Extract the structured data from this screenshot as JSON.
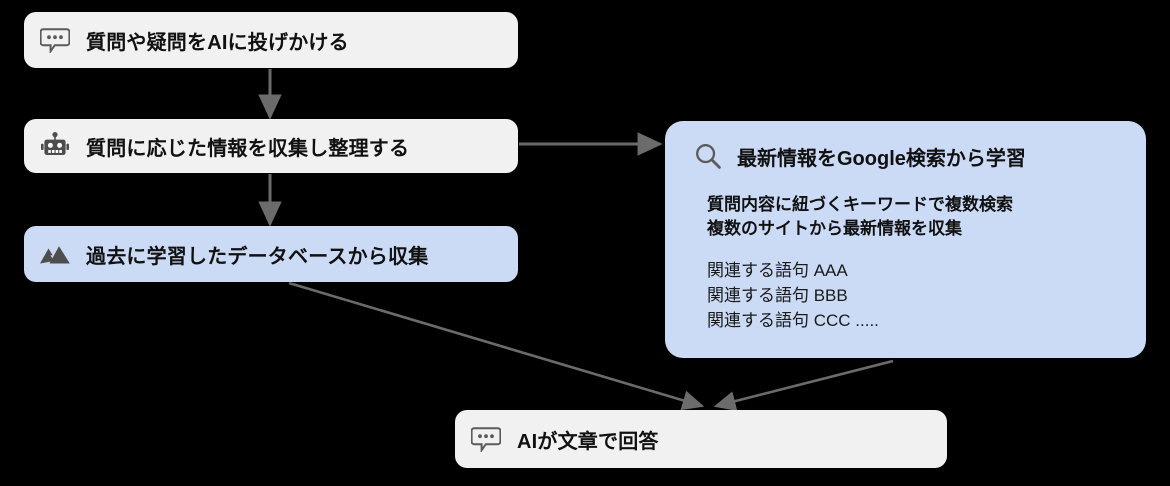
{
  "diagram": {
    "background_color": "#000000",
    "gray_node_color": "#f1f1f1",
    "blue_node_color": "#cbdaf5",
    "edge_color": "#6b6b6b",
    "nodes": [
      {
        "id": "ask",
        "label": "質問や疑問をAIに投げかける",
        "icon": "speech-bubble-icon",
        "style": "gray"
      },
      {
        "id": "gather",
        "label": "質問に応じた情報を収集し整理する",
        "icon": "robot-icon",
        "style": "gray"
      },
      {
        "id": "database",
        "label": "過去に学習したデータベースから収集",
        "icon": "mountains-icon",
        "style": "blue"
      },
      {
        "id": "answer",
        "label": "AIが文章で回答",
        "icon": "speech-bubble-icon",
        "style": "gray"
      }
    ],
    "panel": {
      "icon": "search-icon",
      "title": "最新情報をGoogle検索から学習",
      "bold_lines": [
        "質問内容に紐づくキーワードで複数検索",
        "複数のサイトから最新情報を収集"
      ],
      "keyword_lines": [
        "関連する語句 AAA",
        "関連する語句 BBB",
        "関連する語句 CCC ....."
      ]
    }
  }
}
